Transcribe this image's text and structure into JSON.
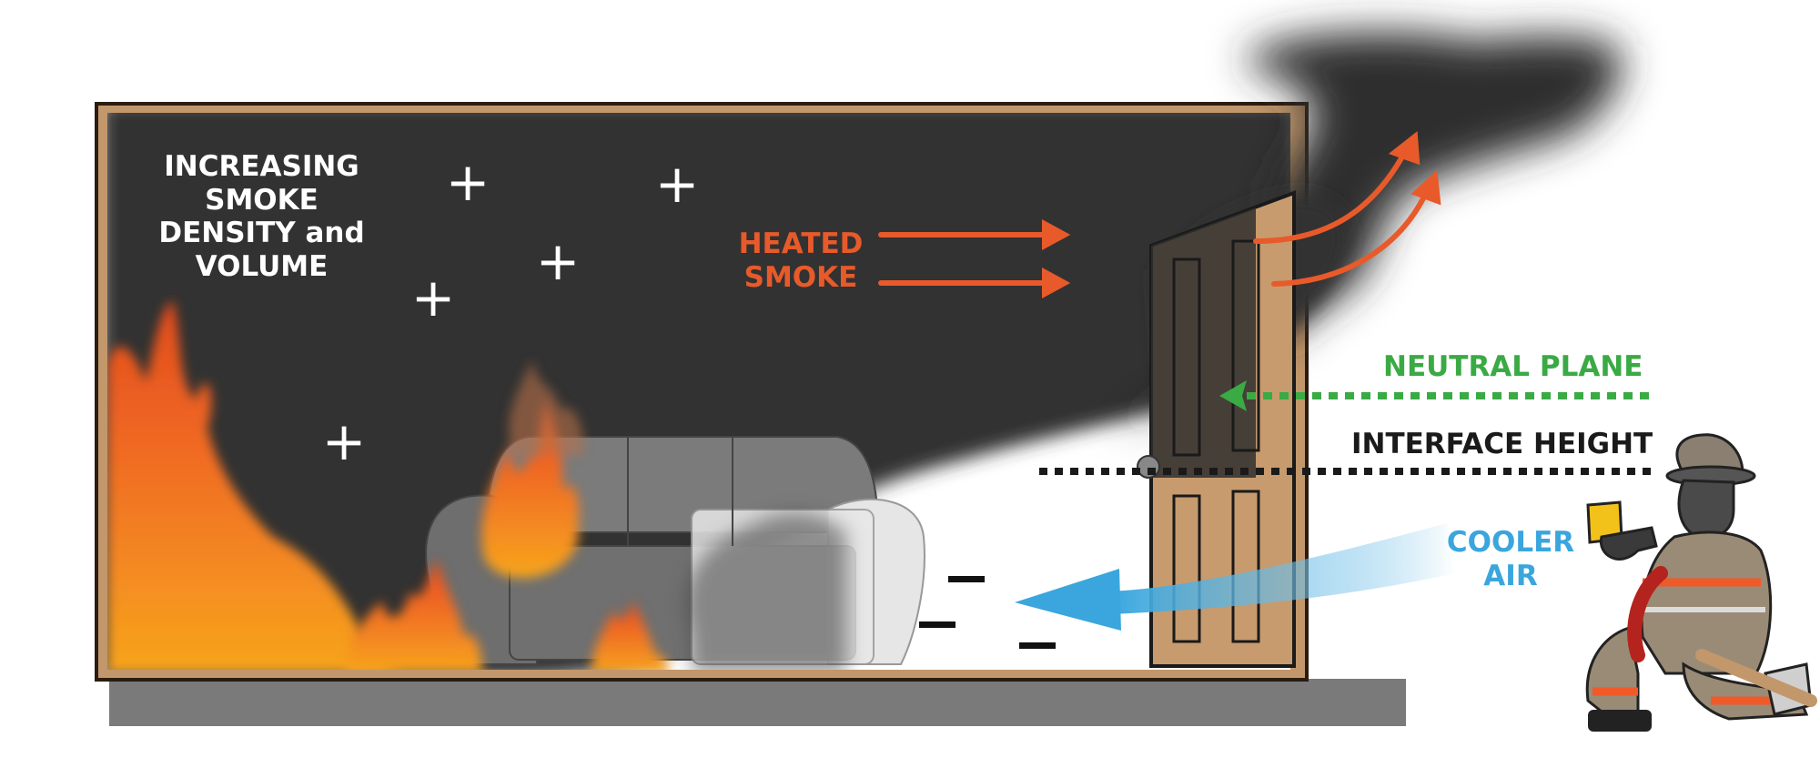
{
  "labels": {
    "smoke_density": [
      "INCREASING",
      "SMOKE",
      "DENSITY and",
      "VOLUME"
    ],
    "heated_smoke": [
      "HEATED",
      "SMOKE"
    ],
    "neutral_plane": "NEUTRAL PLANE",
    "interface_height": "INTERFACE HEIGHT",
    "cooler_air": [
      "COOLER",
      "AIR"
    ]
  },
  "symbols": {
    "positive_pressure": "+",
    "negative_pressure": "−"
  },
  "colors": {
    "heated_smoke": "#e85a2a",
    "neutral_plane": "#3aaa44",
    "interface_height": "#1a1a1a",
    "cooler_air": "#3aa6dd",
    "smoke": "#333333",
    "wall_trim": "#c2976b",
    "floor": "#7a7a7a",
    "door": "#c79b6e"
  }
}
